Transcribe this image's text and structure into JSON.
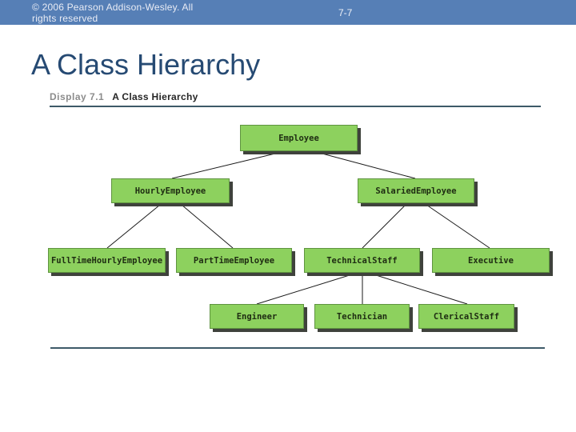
{
  "header": {
    "copyright": "© 2006 Pearson Addison-Wesley. All rights reserved",
    "page_number": "7-7"
  },
  "slide": {
    "title": "A Class Hierarchy"
  },
  "figure": {
    "display_label": "Display 7.1",
    "display_title": "A Class Hierarchy"
  },
  "diagram": {
    "type": "tree",
    "nodes": [
      {
        "id": "employee",
        "label": "Employee"
      },
      {
        "id": "hourly",
        "label": "HourlyEmployee"
      },
      {
        "id": "salaried",
        "label": "SalariedEmployee"
      },
      {
        "id": "fulltime",
        "label": "FullTimeHourlyEmployee"
      },
      {
        "id": "parttime",
        "label": "PartTimeEmployee"
      },
      {
        "id": "technical",
        "label": "TechnicalStaff"
      },
      {
        "id": "executive",
        "label": "Executive"
      },
      {
        "id": "engineer",
        "label": "Engineer"
      },
      {
        "id": "technician",
        "label": "Technician"
      },
      {
        "id": "clerical",
        "label": "ClericalStaff"
      }
    ],
    "edges": [
      {
        "from": "Employee",
        "to": "HourlyEmployee"
      },
      {
        "from": "Employee",
        "to": "SalariedEmployee"
      },
      {
        "from": "HourlyEmployee",
        "to": "FullTimeHourlyEmployee"
      },
      {
        "from": "HourlyEmployee",
        "to": "PartTimeEmployee"
      },
      {
        "from": "SalariedEmployee",
        "to": "TechnicalStaff"
      },
      {
        "from": "SalariedEmployee",
        "to": "Executive"
      },
      {
        "from": "TechnicalStaff",
        "to": "Engineer"
      },
      {
        "from": "TechnicalStaff",
        "to": "Technician"
      },
      {
        "from": "TechnicalStaff",
        "to": "ClericalStaff"
      }
    ]
  },
  "colors": {
    "header_bar": "#567fb6",
    "header_text": "#e9ecf5",
    "title_text": "#264a73",
    "node_fill": "#8dd15e",
    "node_border": "#5f9440",
    "node_shadow": "#3f423c",
    "edge_line": "#1a1a1a",
    "rule_line": "#3d5a68",
    "display_label_gray": "#8c8c8c"
  }
}
